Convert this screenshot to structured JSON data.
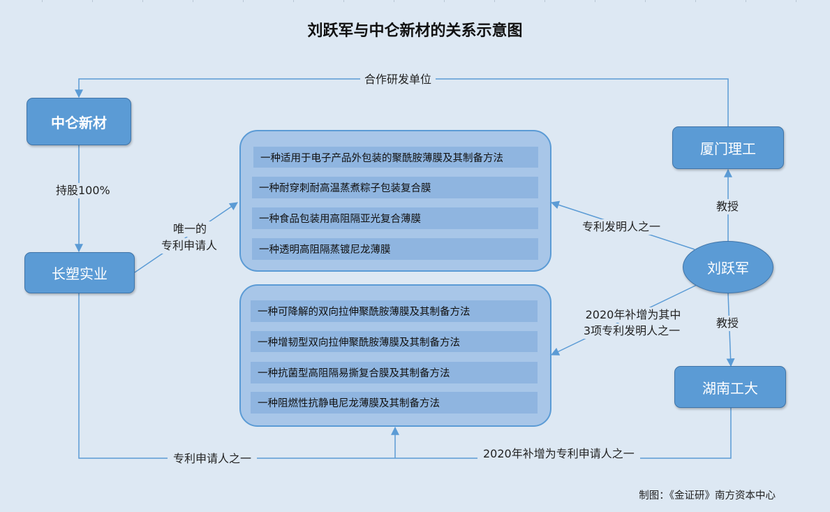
{
  "title": "刘跃军与中仑新材的关系示意图",
  "nodes": {
    "zhonglun": "中仑新材",
    "changsu": "长塑实业",
    "xiamen": "厦门理工",
    "liu": "刘跃军",
    "hunan": "湖南工大"
  },
  "labels": {
    "cooperation": "合作研发单位",
    "holding": "持股100%",
    "sole_applicant_1": "唯一的",
    "sole_applicant_2": "专利申请人",
    "inventor": "专利发明人之一",
    "professor_1": "教授",
    "professor_2": "教授",
    "added_inventor_1": "2020年补增为其中",
    "added_inventor_2": "3项专利发明人之一",
    "applicant_one": "专利申请人之一",
    "added_applicant": "2020年补增为专利申请人之一"
  },
  "patents_group1": [
    "一种适用于电子产品外包装的聚酰胺薄膜及其制备方法",
    "一种耐穿刺耐高温蒸煮粽子包装复合膜",
    "一种食品包装用高阻隔亚光复合薄膜",
    "一种透明高阻隔蒸镀尼龙薄膜"
  ],
  "patents_group2": [
    "一种可降解的双向拉伸聚酰胺薄膜及其制备方法",
    "一种增韧型双向拉伸聚酰胺薄膜及其制备方法",
    "一种抗菌型高阻隔易撕复合膜及其制备方法",
    "一种阻燃性抗静电尼龙薄膜及其制备方法"
  ],
  "credit": "制图：《金证研》南方资本中心",
  "colors": {
    "background": "#dde8f3",
    "node_fill": "#5b9bd5",
    "panel_fill": "#a8c6e8",
    "patent_fill": "#8fb5e0",
    "line": "#5b9bd5"
  }
}
